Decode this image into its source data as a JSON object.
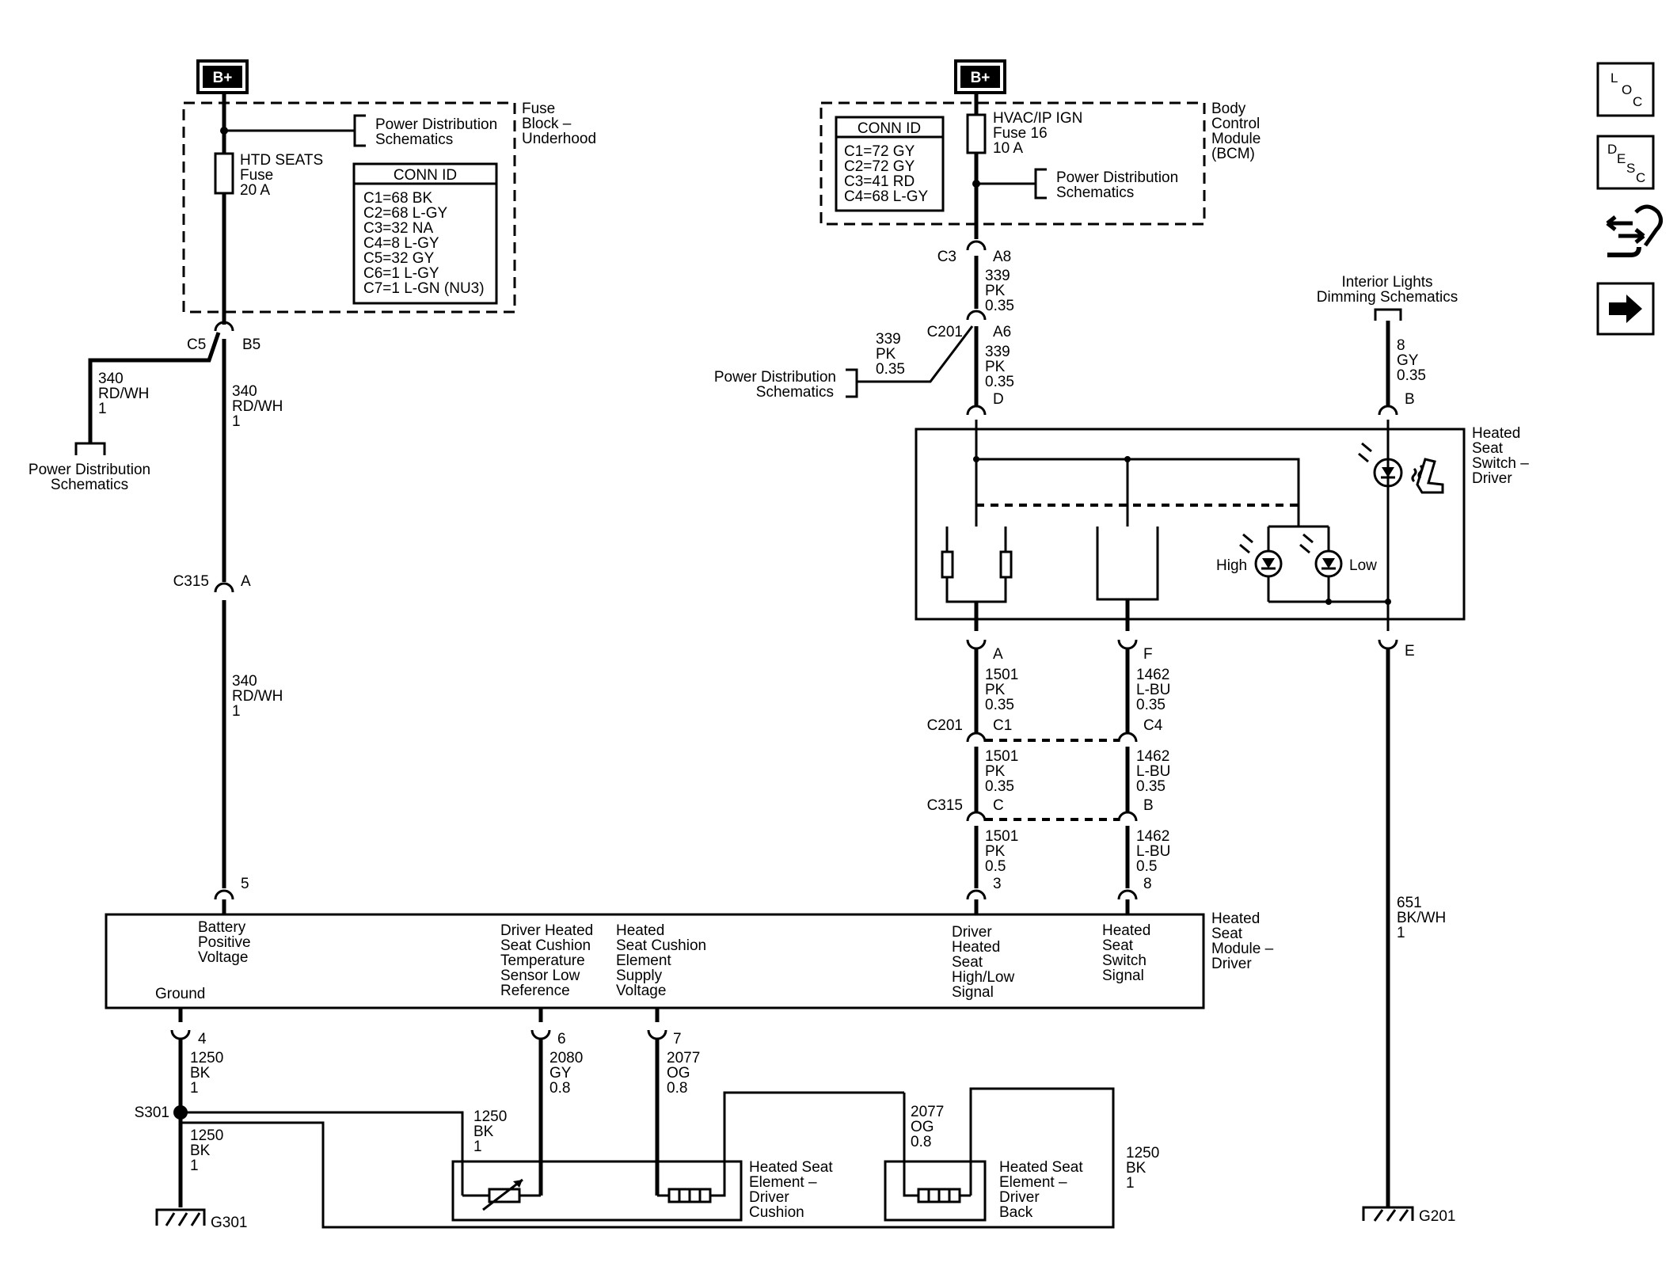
{
  "left_supply": {
    "source": "B+",
    "fuse_block": [
      "Fuse",
      "Block –",
      "Underhood"
    ],
    "pd_ref": [
      "Power Distribution",
      "Schematics"
    ],
    "fuse": [
      "HTD SEATS",
      "Fuse",
      "20 A"
    ],
    "conn_id": {
      "title": "CONN ID",
      "rows": [
        "C1=68 BK",
        "C2=68 L-GY",
        "C3=32 NA",
        "C4=8 L-GY",
        "C5=32 GY",
        "C6=1 L-GY",
        "C7=1 L-GN (NU3)"
      ]
    },
    "c5": "C5",
    "b5": "B5",
    "branch_wire": [
      "340",
      "RD/WH",
      "1"
    ],
    "branch_ref": [
      "Power Distribution",
      "Schematics"
    ],
    "wire_a": [
      "340",
      "RD/WH",
      "1"
    ],
    "c315": "C315",
    "c315_pin": "A",
    "wire_b": [
      "340",
      "RD/WH",
      "1"
    ],
    "pin_5": "5"
  },
  "right_supply": {
    "source": "B+",
    "conn_id": {
      "title": "CONN ID",
      "rows": [
        "C1=72 GY",
        "C2=72 GY",
        "C3=41 RD",
        "C4=68 L-GY"
      ]
    },
    "fuse": [
      "HVAC/IP IGN",
      "Fuse 16",
      "10 A"
    ],
    "pd_ref": [
      "Power Distribution",
      "Schematics"
    ],
    "bcm": [
      "Body",
      "Control",
      "Module",
      "(BCM)"
    ],
    "c3": "C3",
    "a8": "A8",
    "wire_1": [
      "339",
      "PK",
      "0.35"
    ],
    "c201": "C201",
    "a6": "A6",
    "wire_2": [
      "339",
      "PK",
      "0.35"
    ],
    "branch_wire": [
      "339",
      "PK",
      "0.35"
    ],
    "branch_ref": [
      "Power Distribution",
      "Schematics"
    ],
    "pin_d": "D"
  },
  "interior_lights": {
    "ref": [
      "Interior Lights",
      "Dimming Schematics"
    ],
    "wire": [
      "8",
      "GY",
      "0.35"
    ],
    "pin_b": "B"
  },
  "switch": {
    "label": [
      "Heated",
      "Seat",
      "Switch –",
      "Driver"
    ],
    "high": "High",
    "low": "Low"
  },
  "switch_outputs": {
    "pin_a": "A",
    "pin_f": "F",
    "pin_e": "E",
    "wire_a1": [
      "1501",
      "PK",
      "0.35"
    ],
    "wire_f1": [
      "1462",
      "L-BU",
      "0.35"
    ],
    "c201": "C201",
    "c1": "C1",
    "c4": "C4",
    "wire_a2": [
      "1501",
      "PK",
      "0.35"
    ],
    "wire_f2": [
      "1462",
      "L-BU",
      "0.35"
    ],
    "c315": "C315",
    "c": "C",
    "b": "B",
    "wire_a3": [
      "1501",
      "PK",
      "0.5"
    ],
    "wire_f3": [
      "1462",
      "L-BU",
      "0.5"
    ],
    "pin_3": "3",
    "pin_8": "8",
    "wire_e": [
      "651",
      "BK/WH",
      "1"
    ],
    "ground": "G201"
  },
  "module": {
    "label": [
      "Heated",
      "Seat",
      "Module –",
      "Driver"
    ],
    "battery": [
      "Battery",
      "Positive",
      "Voltage"
    ],
    "ground_label": "Ground",
    "temp_ref": [
      "Driver Heated",
      "Seat Cushion",
      "Temperature",
      "Sensor Low",
      "Reference"
    ],
    "supply": [
      "Heated",
      "Seat Cushion",
      "Element",
      "Supply",
      "Voltage"
    ],
    "highlow": [
      "Driver",
      "Heated",
      "Seat",
      "High/Low",
      "Signal"
    ],
    "switch_signal": [
      "Heated",
      "Seat",
      "Switch",
      "Signal"
    ]
  },
  "bottom": {
    "pin_4": "4",
    "wire_4": [
      "1250",
      "BK",
      "1"
    ],
    "splice": "S301",
    "wire_g": [
      "1250",
      "BK",
      "1"
    ],
    "ground": "G301",
    "pin_6": "6",
    "wire_6": [
      "2080",
      "GY",
      "0.8"
    ],
    "pin_7": "7",
    "wire_7": [
      "2077",
      "OG",
      "0.8"
    ],
    "wire_sensor": [
      "1250",
      "BK",
      "1"
    ],
    "wire_back": [
      "2077",
      "OG",
      "0.8"
    ],
    "wire_return": [
      "1250",
      "BK",
      "1"
    ],
    "cushion": [
      "Heated Seat",
      "Element –",
      "Driver",
      "Cushion"
    ],
    "back": [
      "Heated Seat",
      "Element –",
      "Driver",
      "Back"
    ]
  },
  "nav_icons": [
    "loc-icon",
    "desc-icon",
    "connector-icon",
    "next-arrow-icon"
  ]
}
